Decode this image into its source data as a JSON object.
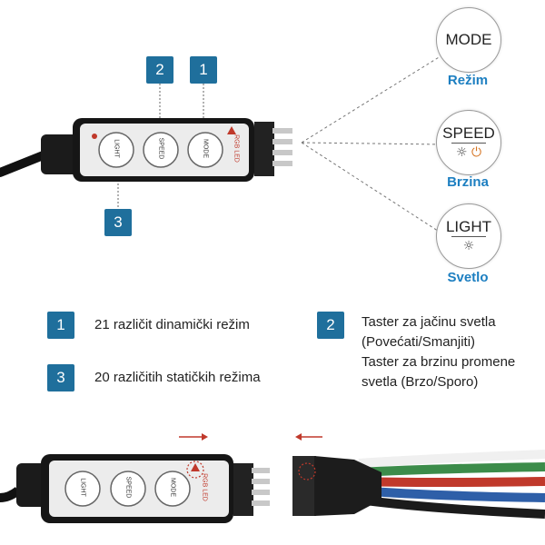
{
  "top_badges": [
    "2",
    "1",
    "3"
  ],
  "controller": {
    "button_mode": "MODE",
    "button_speed": "SPEED",
    "button_light": "LIGHT",
    "connector_label": "RGB LED"
  },
  "callouts": [
    {
      "key": "MODE",
      "caption": "Režim",
      "icon": "none"
    },
    {
      "key": "SPEED",
      "caption": "Brzina",
      "icon": "sun-and-power-icon"
    },
    {
      "key": "LIGHT",
      "caption": "Svetlo",
      "icon": "sun-icon"
    }
  ],
  "legend": [
    {
      "number": "1",
      "lines": [
        "21 različit dinamički režim"
      ]
    },
    {
      "number": "2",
      "lines": [
        "Taster za jačinu svetla",
        "(Povećati/Smanjiti)",
        "Taster za brzinu promene",
        "svetla (Brzo/Sporo)"
      ]
    },
    {
      "number": "3",
      "lines": [
        "20 različitih statičkih režima"
      ]
    }
  ],
  "colors": {
    "badge": "#1f6f9c",
    "caption": "#1d7fc1",
    "arrow": "#c0392b"
  },
  "bottom_controller": {
    "button_light": "LIGHT",
    "button_speed": "SPEED",
    "button_mode": "MODE",
    "connector_label": "RGB LED"
  }
}
